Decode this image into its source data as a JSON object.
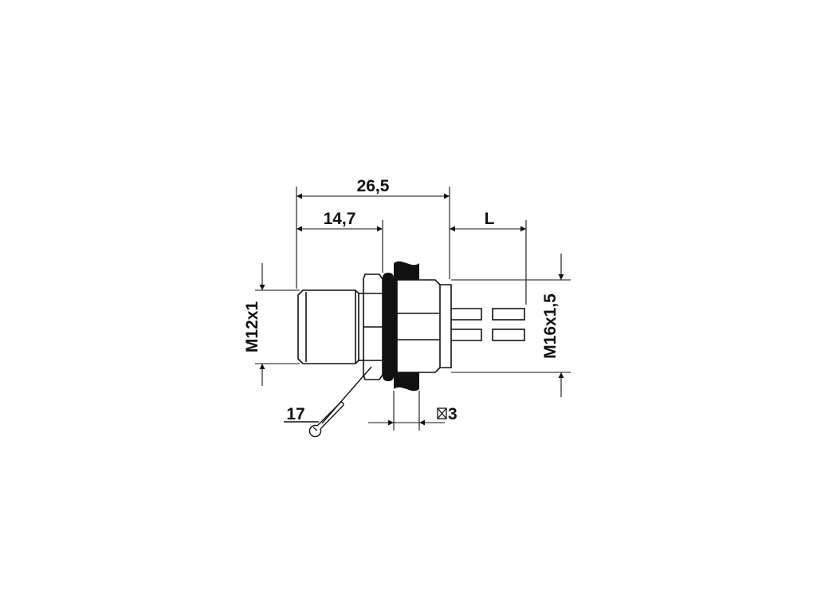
{
  "dimensions": {
    "overall_length": "26,5",
    "thread_length": "14,7",
    "wire_length": "L",
    "front_thread": "M12x1",
    "rear_thread": "M16x1,5",
    "wrench_size": "17",
    "panel_thickness": "3"
  },
  "colors": {
    "line": "#111111",
    "background": "#ffffff"
  }
}
